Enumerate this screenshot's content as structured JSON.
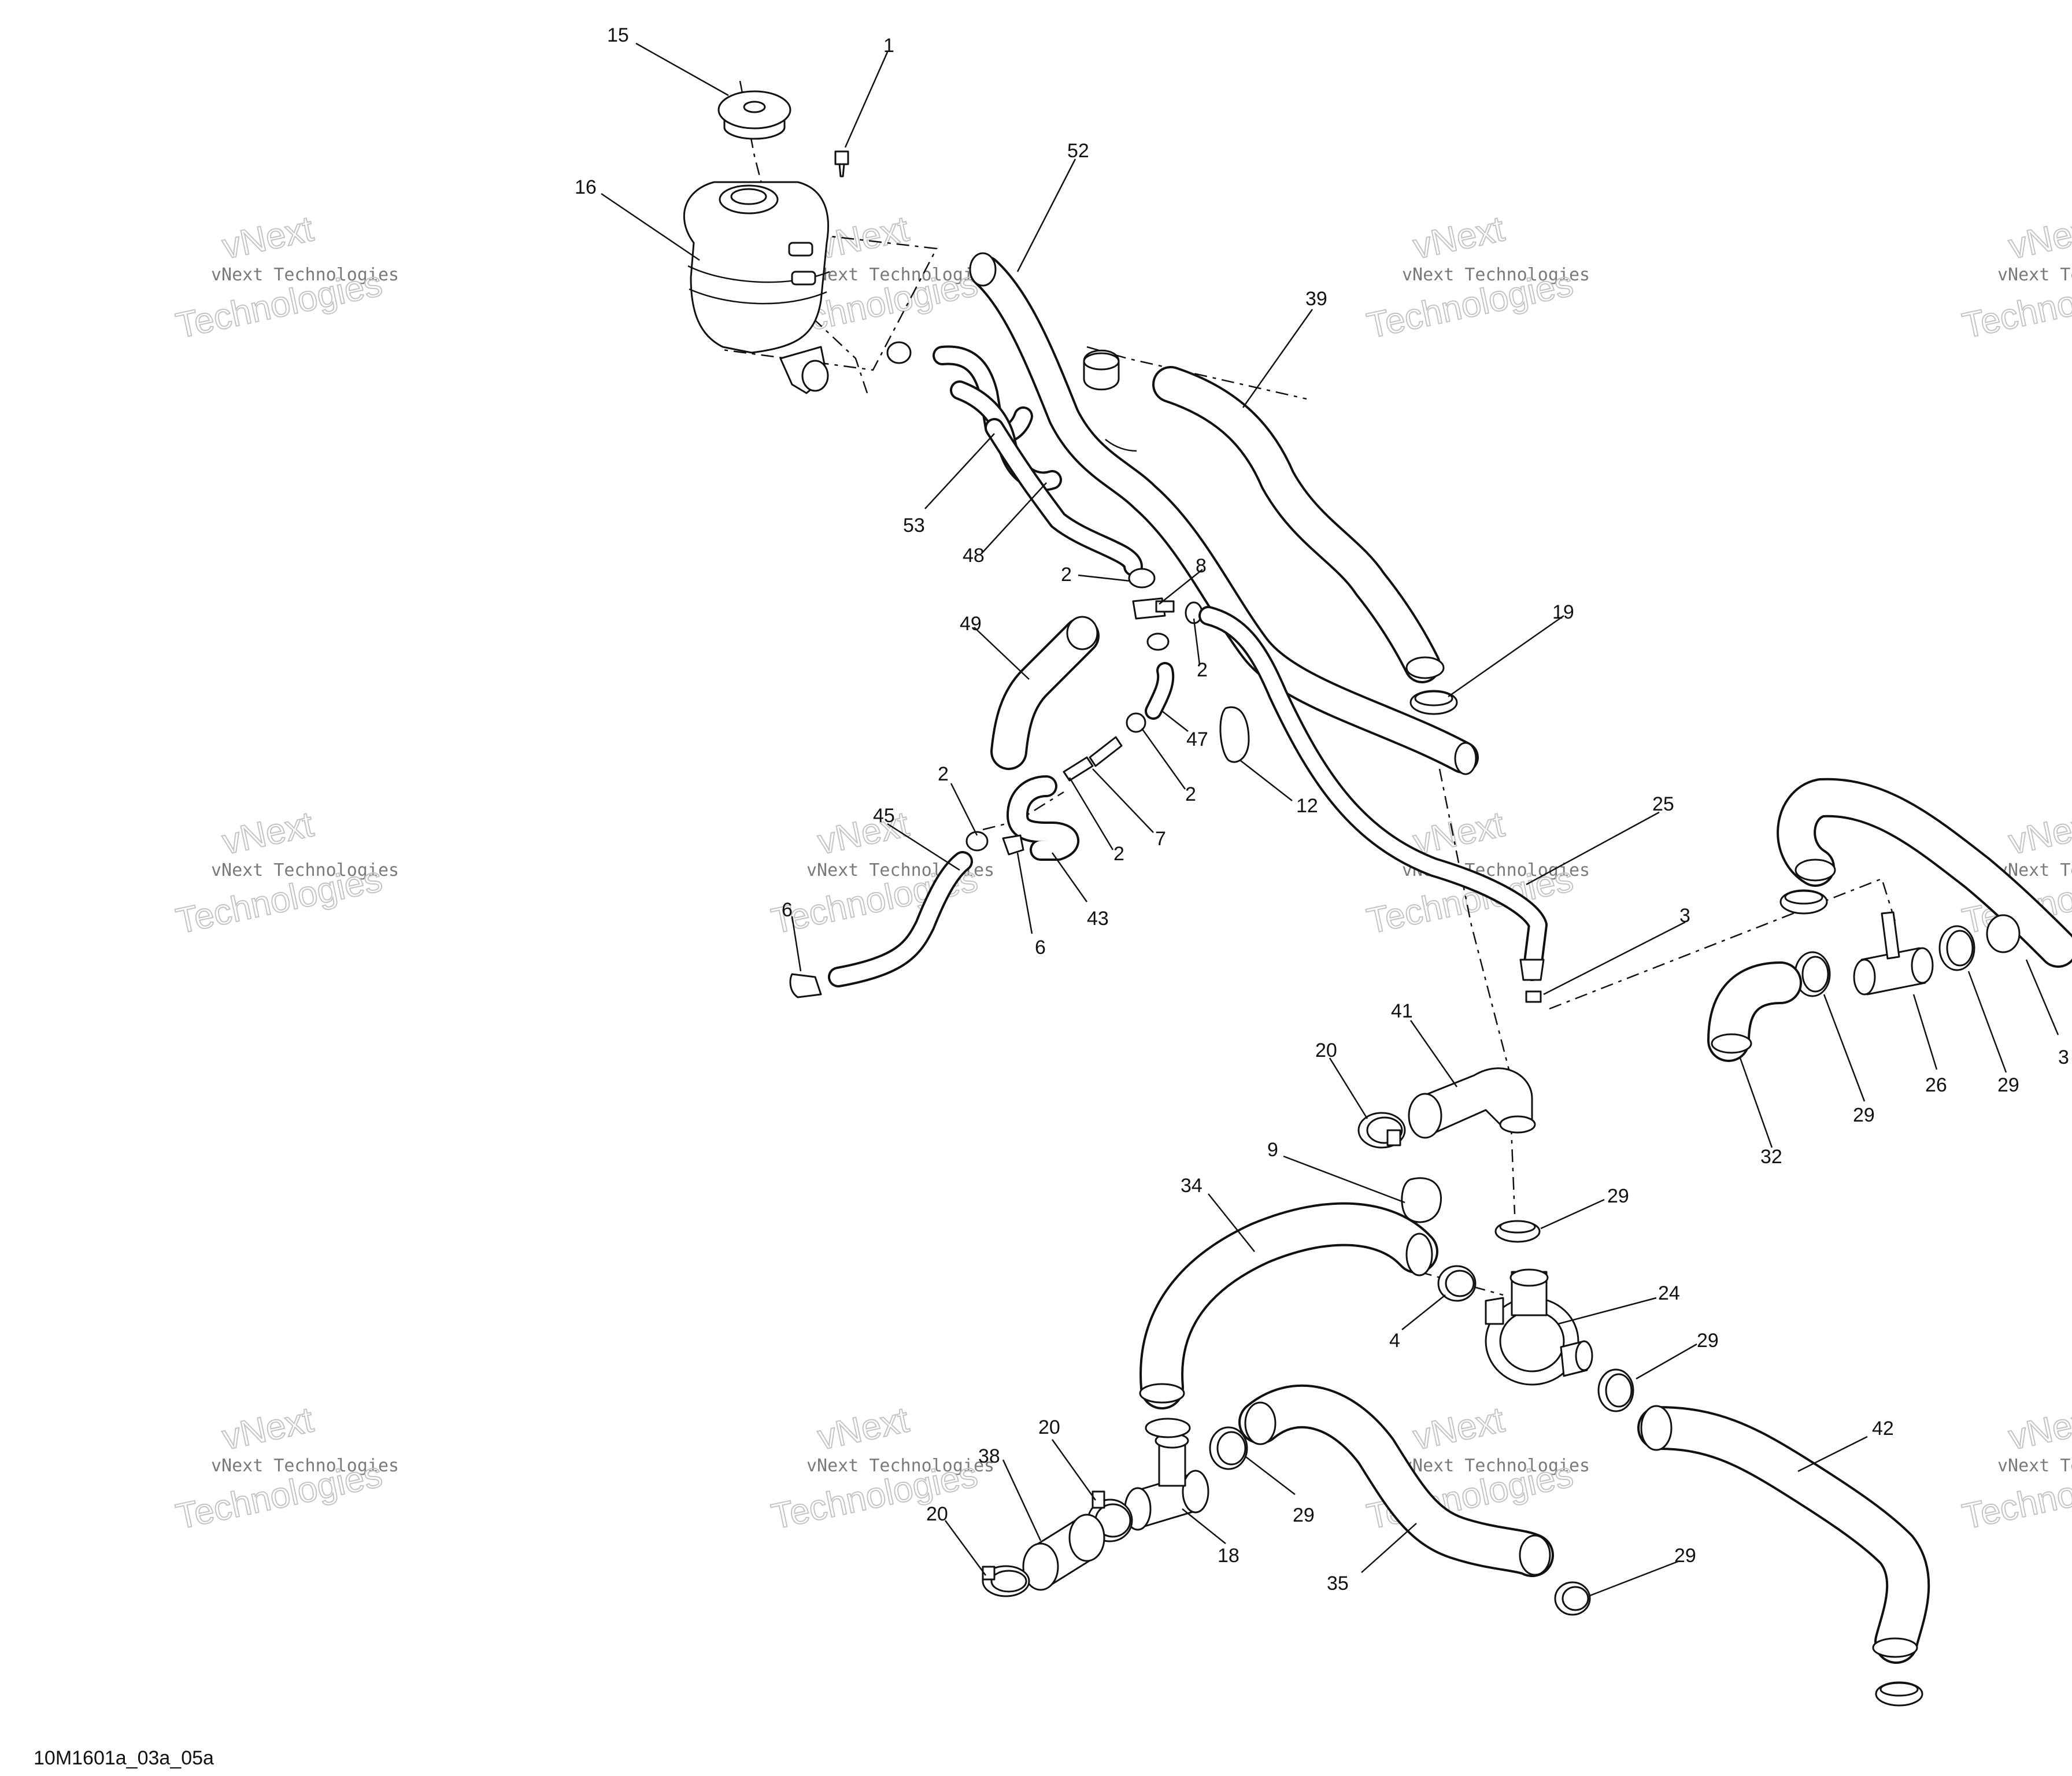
{
  "drawing_code": "10M1601a_03a_05a",
  "watermark": {
    "company": "vNext Technologies",
    "brand_top": "vNext",
    "brand_bottom": "Technologies"
  },
  "callouts": {
    "c15": "15",
    "c1": "1",
    "c52": "52",
    "c16": "16",
    "c39": "39",
    "c53": "53",
    "c48": "48",
    "c2a": "2",
    "c8": "8",
    "c2b": "2",
    "c19": "19",
    "c49": "49",
    "c47": "47",
    "c2c": "2",
    "c12": "12",
    "c2d": "2",
    "c7": "7",
    "c2e": "2",
    "c45": "45",
    "c25": "25",
    "c6a": "6",
    "c6b": "6",
    "c43": "43",
    "c3": "3",
    "c41": "41",
    "c20a": "20",
    "c26": "26",
    "c29a": "29",
    "c29b": "29",
    "c32": "32",
    "c3r": "3",
    "c9": "9",
    "c29c": "29",
    "c34": "34",
    "c24": "24",
    "c4": "4",
    "c29d": "29",
    "c42": "42",
    "c20b": "20",
    "c38": "38",
    "c20c": "20",
    "c29e": "29",
    "c18": "18",
    "c35": "35",
    "c29f": "29"
  }
}
